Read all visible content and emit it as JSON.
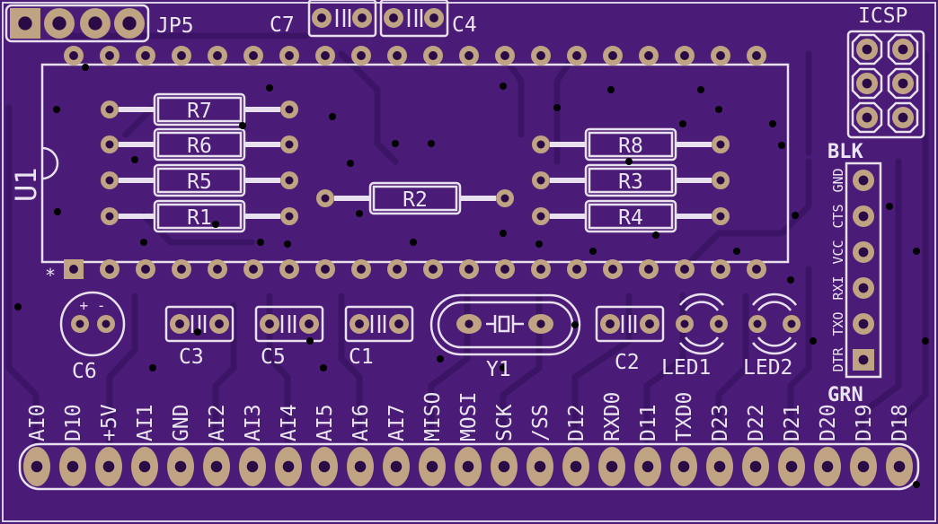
{
  "board": {
    "colors": {
      "background": "#4b1c77",
      "trace": "#3c1466",
      "pad": "#bfa383",
      "hole": "#2a0b45",
      "silk": "#e8e0ee"
    },
    "connectors": {
      "jp5": "JP5",
      "icsp": "ICSP",
      "ftdi": {
        "top": "BLK",
        "bottom": "GRN",
        "pins": [
          "GND",
          "CTS",
          "VCC",
          "RXI",
          "TXO",
          "DTR"
        ]
      },
      "bottom_header": [
        "AI0",
        "D10",
        "+5V",
        "AI1",
        "GND",
        "AI2",
        "AI3",
        "AI4",
        "AI5",
        "AI6",
        "AI7",
        "MISO",
        "MOSI",
        "SCK",
        "/SS",
        "D12",
        "RXD0",
        "D11",
        "TXD0",
        "D23",
        "D22",
        "D21",
        "D20",
        "D19",
        "D18"
      ]
    },
    "ic": {
      "name": "U1",
      "pin1_mark": "*"
    },
    "resistors": [
      "R7",
      "R6",
      "R5",
      "R1",
      "R2",
      "R8",
      "R3",
      "R4"
    ],
    "capacitors": [
      "C7",
      "C4",
      "C3",
      "C5",
      "C1",
      "C2",
      "C6"
    ],
    "crystal": "Y1",
    "leds": [
      "LED1",
      "LED2"
    ],
    "c6_polarity": "+ -"
  }
}
